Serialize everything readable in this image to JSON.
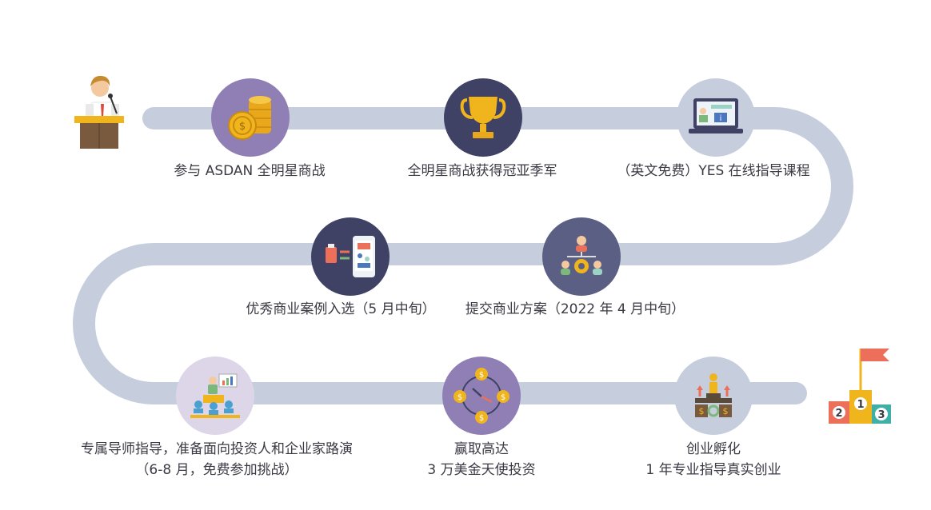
{
  "colors": {
    "road": "#c6cedd",
    "node_purple": "#8f7fb5",
    "node_navy": "#3f4165",
    "node_light": "#c6cedd",
    "node_slate": "#5b5f84",
    "node_beige": "#ddd6e8",
    "gold": "#f0b51c",
    "flag": "#ec6f5a",
    "text": "#3a3a44"
  },
  "steps": [
    {
      "label": "参与 ASDAN 全明星商战",
      "icon": "coins-icon"
    },
    {
      "label": "全明星商战获得冠亚季军",
      "icon": "trophy-icon"
    },
    {
      "label": "（英文免费）YES 在线指导课程",
      "icon": "laptop-icon"
    },
    {
      "label": "提交商业方案（2022 年 4 月中旬）",
      "icon": "team-gear-icon"
    },
    {
      "label": "优秀商业案例入选（5 月中旬）",
      "icon": "phone-icon"
    },
    {
      "label1": "专属导师指导，准备面向投资人和企业家路演",
      "label2": "（6-8 月，免费参加挑战）",
      "icon": "presentation-icon"
    },
    {
      "label1": "赢取高达",
      "label2": "3 万美金天使投资",
      "icon": "money-cycle-icon"
    },
    {
      "label1": "创业孵化",
      "label2": "1 年专业指导真实创业",
      "icon": "incubator-icon"
    }
  ],
  "podium": {
    "first": "1",
    "second": "2",
    "third": "3"
  }
}
